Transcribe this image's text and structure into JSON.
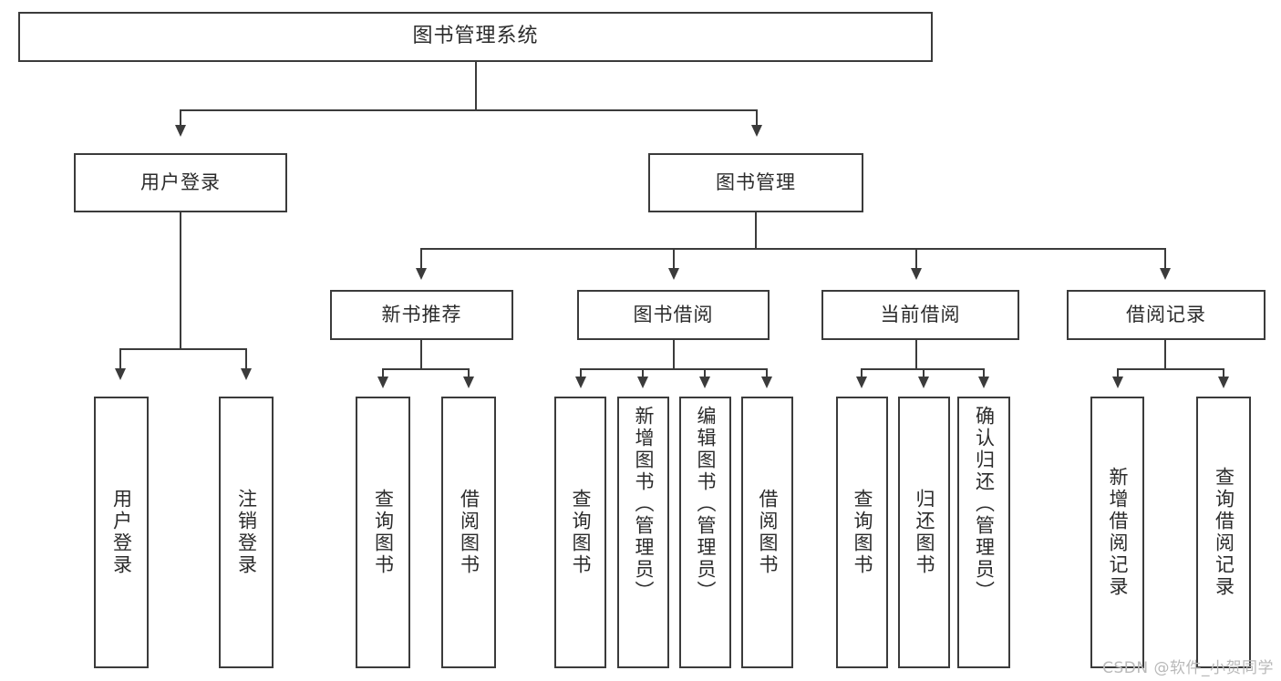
{
  "diagram": {
    "type": "tree",
    "title": "图书管理系统",
    "watermark": "CSDN @软件_小贺同学",
    "root": {
      "label": "图书管理系统"
    },
    "level2": [
      {
        "label": "用户登录"
      },
      {
        "label": "图书管理"
      }
    ],
    "level3": [
      {
        "label": "新书推荐"
      },
      {
        "label": "图书借阅"
      },
      {
        "label": "当前借阅"
      },
      {
        "label": "借阅记录"
      }
    ],
    "leaves": {
      "user_login": [
        {
          "label": "用户登录"
        },
        {
          "label": "注销登录"
        }
      ],
      "new_book_recommend": [
        {
          "label": "查询图书"
        },
        {
          "label": "借阅图书"
        }
      ],
      "book_borrow": [
        {
          "label": "查询图书"
        },
        {
          "label": "新增图书（管理员）"
        },
        {
          "label": "编辑图书（管理员）"
        },
        {
          "label": "借阅图书"
        }
      ],
      "current_borrow": [
        {
          "label": "查询图书"
        },
        {
          "label": "归还图书"
        },
        {
          "label": "确认归还（管理员）"
        }
      ],
      "borrow_record": [
        {
          "label": "新增借阅记录"
        },
        {
          "label": "查询借阅记录"
        }
      ]
    },
    "colors": {
      "stroke": "#3b3b3b",
      "fill": "#ffffff",
      "text": "#2b2b2b",
      "watermark": "#b9b9b9"
    }
  }
}
